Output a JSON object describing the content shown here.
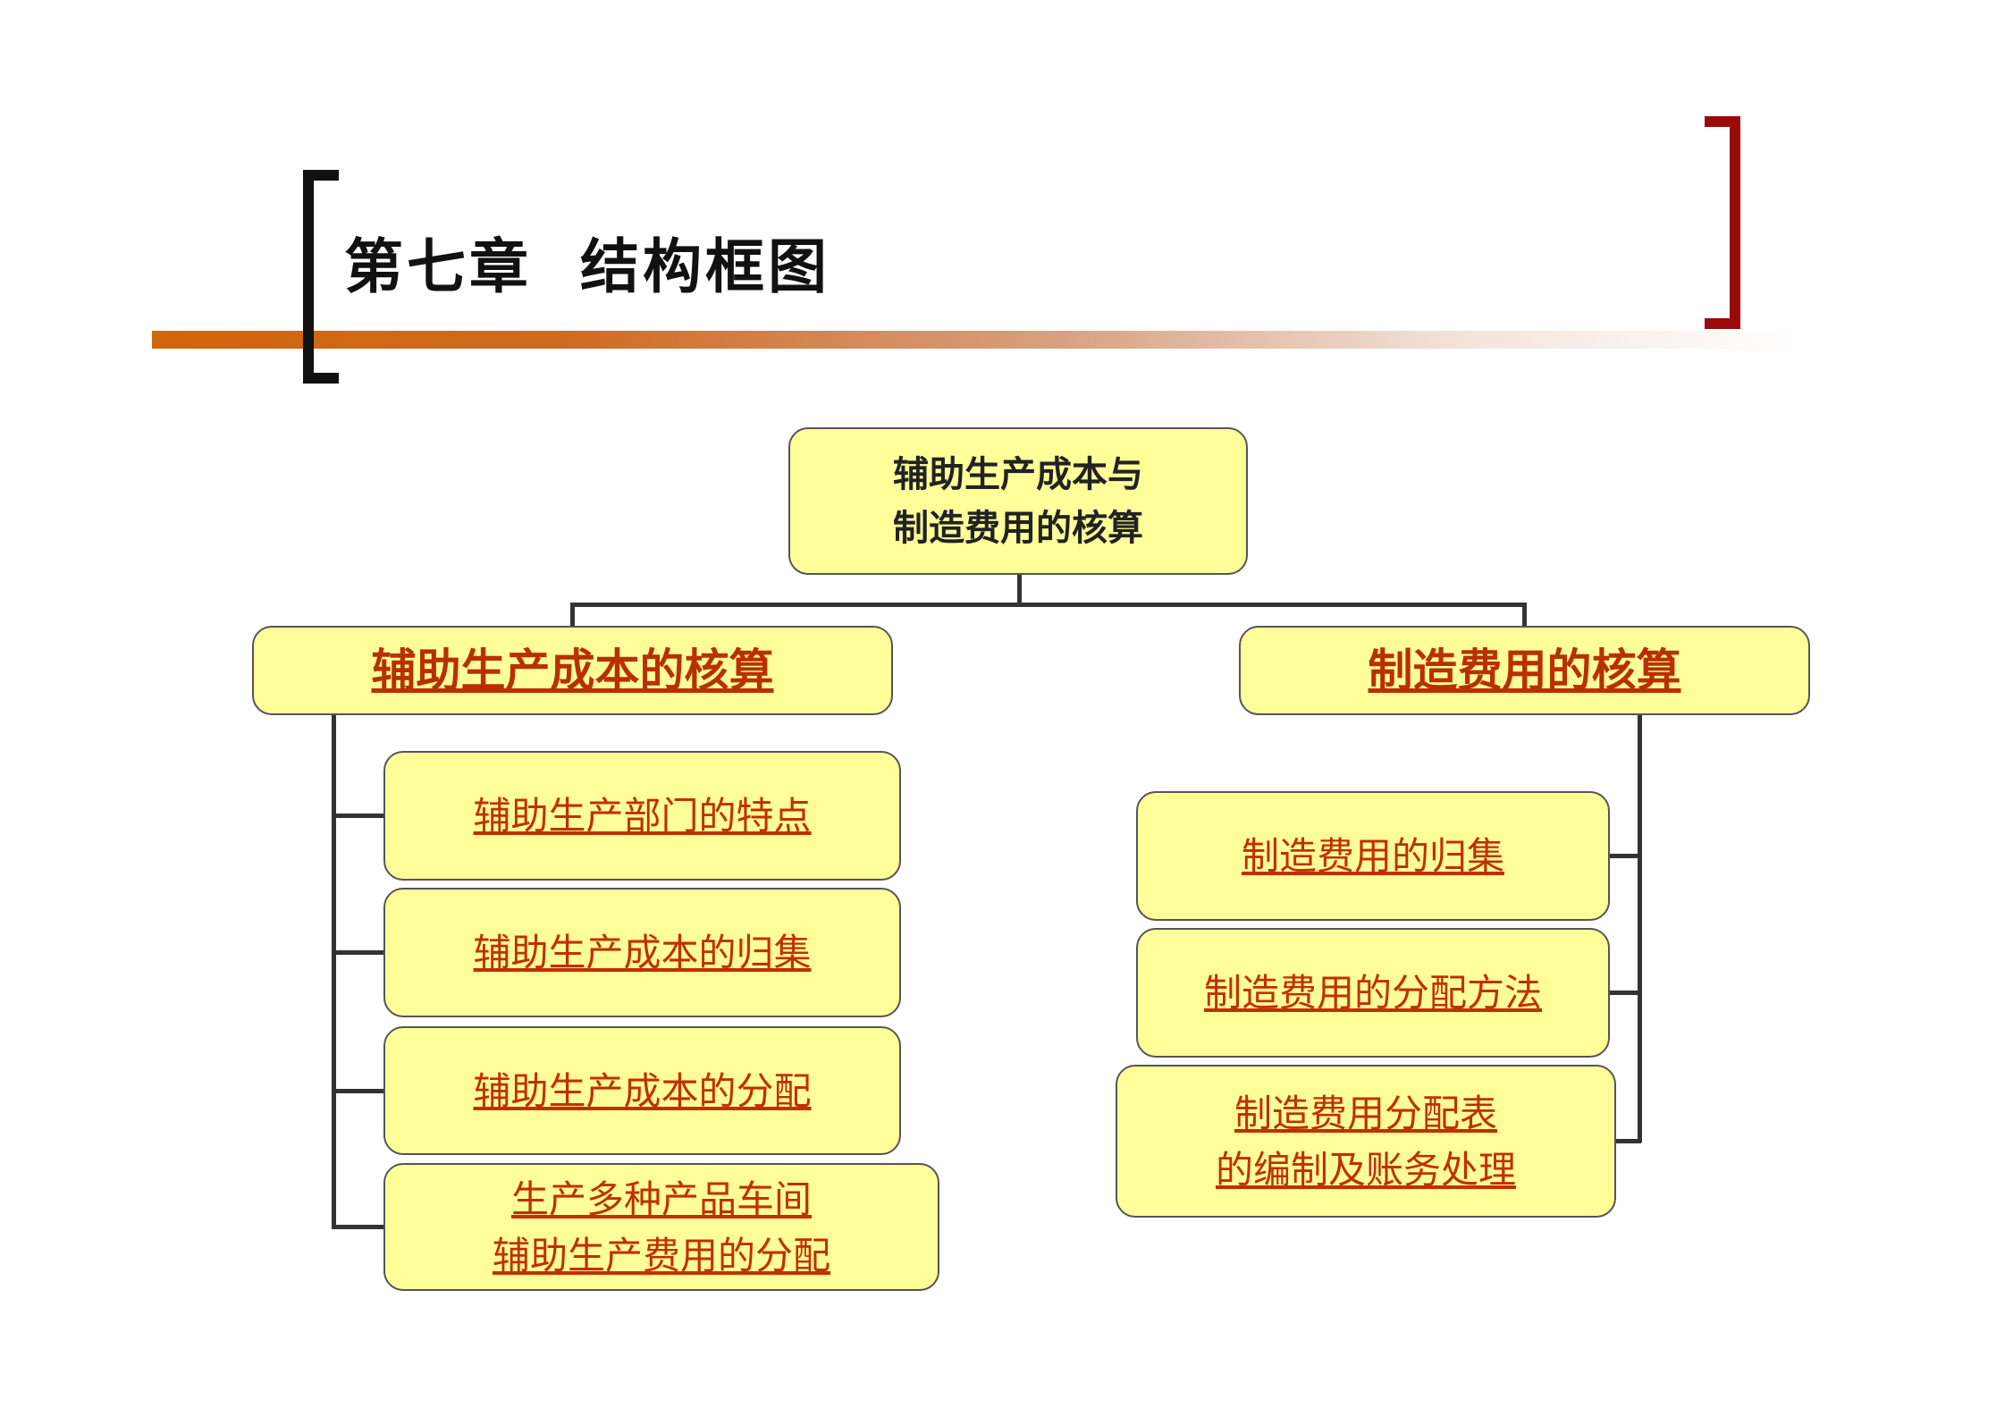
{
  "title": "第七章  结构框图",
  "root": {
    "line1": "辅助生产成本与",
    "line2": "制造费用的核算"
  },
  "left": {
    "heading": "辅助生产成本的核算",
    "items": [
      {
        "line1": "辅助生产部门的特点"
      },
      {
        "line1": "辅助生产成本的归集"
      },
      {
        "line1": "辅助生产成本的分配"
      },
      {
        "line1": "生产多种产品车间",
        "line2": "辅助生产费用的分配"
      }
    ]
  },
  "right": {
    "heading": "制造费用的核算",
    "items": [
      {
        "line1": "制造费用的归集"
      },
      {
        "line1": "制造费用的分配方法"
      },
      {
        "line1": "制造费用分配表",
        "line2": "的编制及账务处理"
      }
    ]
  }
}
